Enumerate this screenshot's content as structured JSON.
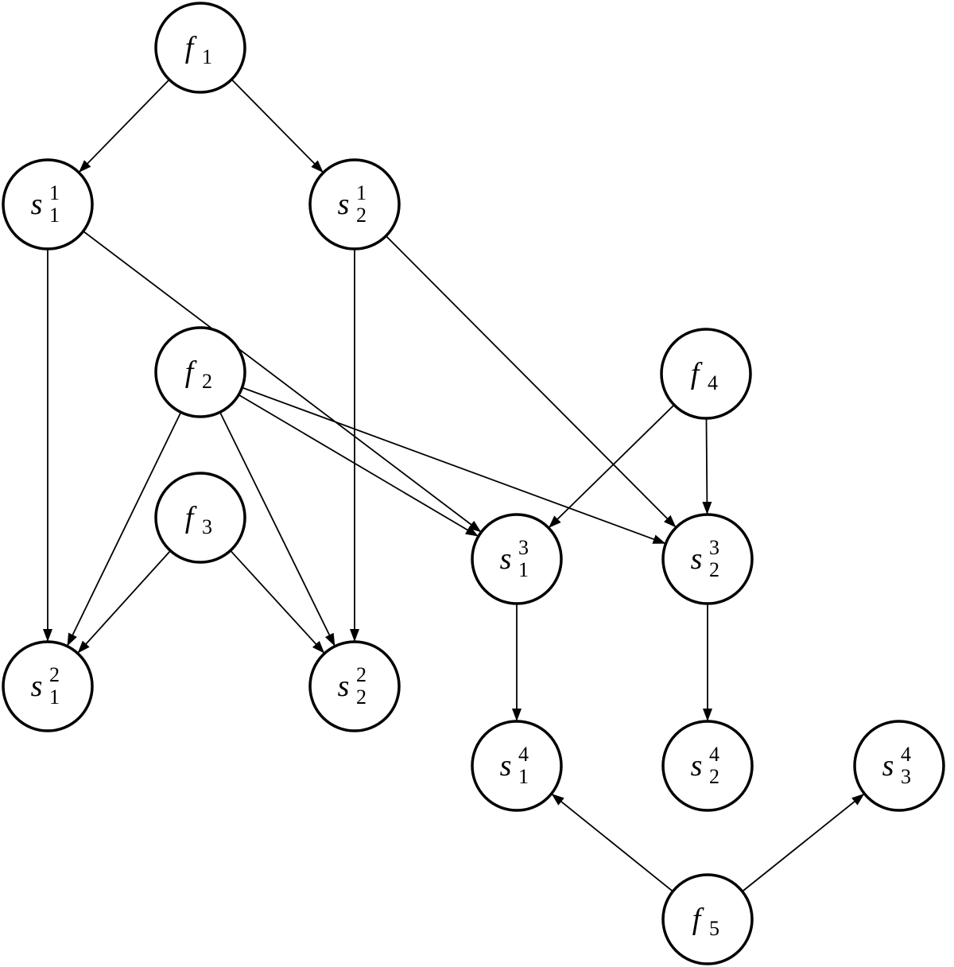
{
  "diagram": {
    "nodes": [
      {
        "id": "f1",
        "base": "f",
        "sub": "1",
        "sup": ""
      },
      {
        "id": "s1_1",
        "base": "s",
        "sub": "1",
        "sup": "1"
      },
      {
        "id": "s2_1",
        "base": "s",
        "sub": "2",
        "sup": "1"
      },
      {
        "id": "f2",
        "base": "f",
        "sub": "2",
        "sup": ""
      },
      {
        "id": "f3",
        "base": "f",
        "sub": "3",
        "sup": ""
      },
      {
        "id": "f4",
        "base": "f",
        "sub": "4",
        "sup": ""
      },
      {
        "id": "s1_3",
        "base": "s",
        "sub": "1",
        "sup": "3"
      },
      {
        "id": "s2_3",
        "base": "s",
        "sub": "2",
        "sup": "3"
      },
      {
        "id": "s1_2",
        "base": "s",
        "sub": "1",
        "sup": "2"
      },
      {
        "id": "s2_2",
        "base": "s",
        "sub": "2",
        "sup": "2"
      },
      {
        "id": "s1_4",
        "base": "s",
        "sub": "1",
        "sup": "4"
      },
      {
        "id": "s2_4",
        "base": "s",
        "sub": "2",
        "sup": "4"
      },
      {
        "id": "s3_4",
        "base": "s",
        "sub": "3",
        "sup": "4"
      },
      {
        "id": "f5",
        "base": "f",
        "sub": "5",
        "sup": ""
      }
    ],
    "edges": [
      {
        "from": "f1",
        "to": "s1_1"
      },
      {
        "from": "f1",
        "to": "s2_1"
      },
      {
        "from": "s1_1",
        "to": "s1_2"
      },
      {
        "from": "s1_1",
        "to": "s1_3"
      },
      {
        "from": "s2_1",
        "to": "s2_2"
      },
      {
        "from": "s2_1",
        "to": "s2_3"
      },
      {
        "from": "f2",
        "to": "s1_2"
      },
      {
        "from": "f2",
        "to": "s2_2"
      },
      {
        "from": "f2",
        "to": "s1_3"
      },
      {
        "from": "f2",
        "to": "s2_3"
      },
      {
        "from": "f3",
        "to": "s1_2"
      },
      {
        "from": "f3",
        "to": "s2_2"
      },
      {
        "from": "f4",
        "to": "s1_3"
      },
      {
        "from": "f4",
        "to": "s2_3"
      },
      {
        "from": "s1_3",
        "to": "s1_4"
      },
      {
        "from": "s2_3",
        "to": "s2_4"
      },
      {
        "from": "f5",
        "to": "s1_4"
      },
      {
        "from": "f5",
        "to": "s3_4"
      }
    ]
  }
}
